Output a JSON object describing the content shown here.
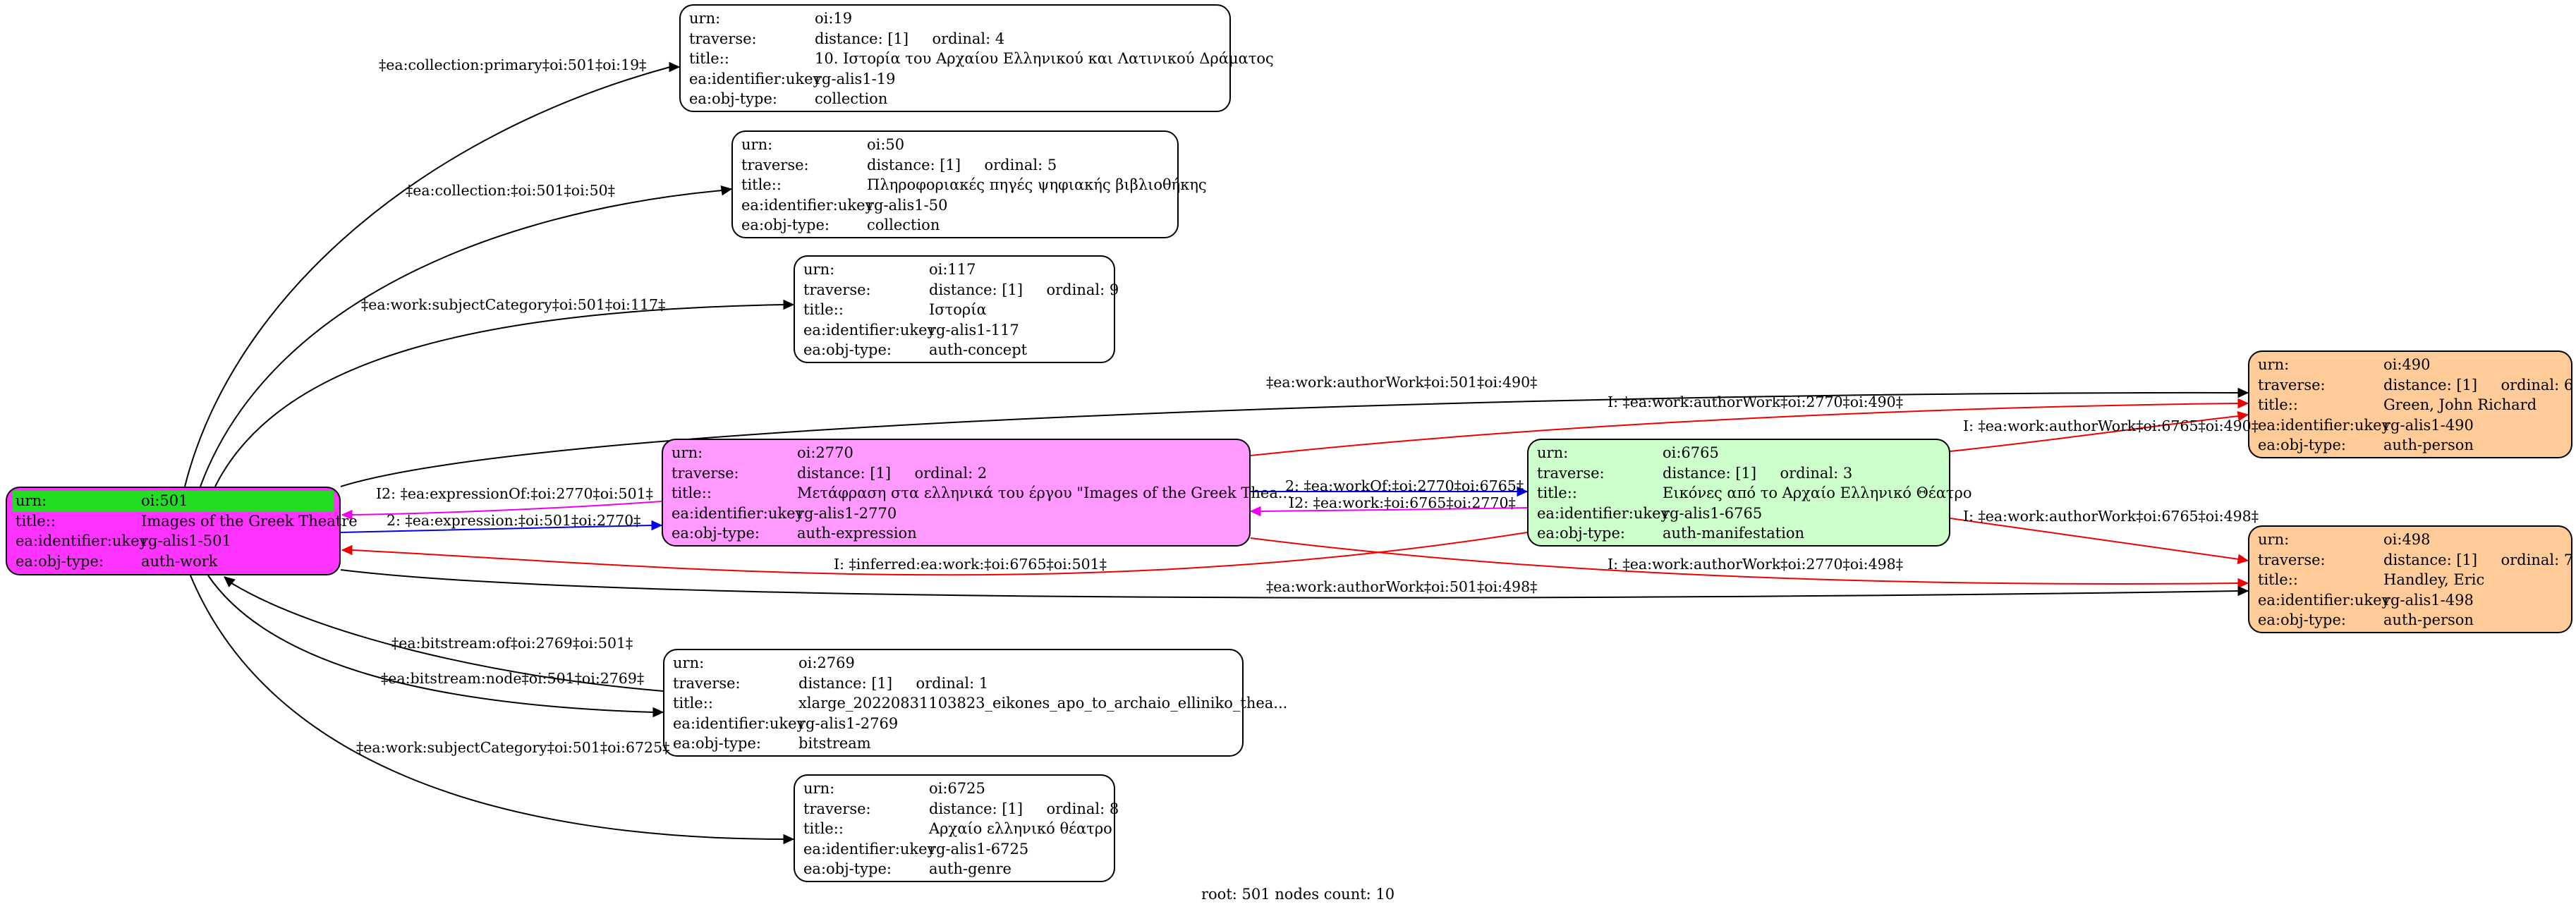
{
  "footer": "root: 501 nodes count: 10",
  "colors": {
    "root_fill": "#ff33ff",
    "root_header": "#22dd22",
    "expression_fill": "#ff99ff",
    "manifestation_fill": "#ccffcc",
    "person_fill": "#ffcc99",
    "default_fill": "#ffffff",
    "edge_black": "#000000",
    "edge_blue": "#0000ee",
    "edge_magenta": "#ee00ee",
    "edge_red": "#ee0000"
  },
  "nodes": [
    {
      "id": "oi501",
      "rows": [
        [
          "urn:",
          "oi:501"
        ],
        [
          "title::",
          "Images of the Greek Theatre"
        ],
        [
          "ea:identifier:ukey",
          "rg-alis1-501"
        ],
        [
          "ea:obj-type:",
          "auth-work"
        ]
      ]
    },
    {
      "id": "oi19",
      "rows": [
        [
          "urn:",
          "oi:19"
        ],
        [
          "traverse:",
          "distance: [1]     ordinal: 4"
        ],
        [
          "title::",
          "10. Ιστορία του Αρχαίου Ελληνικού και Λατινικού Δράματος"
        ],
        [
          "ea:identifier:ukey",
          "rg-alis1-19"
        ],
        [
          "ea:obj-type:",
          "collection"
        ]
      ]
    },
    {
      "id": "oi50",
      "rows": [
        [
          "urn:",
          "oi:50"
        ],
        [
          "traverse:",
          "distance: [1]     ordinal: 5"
        ],
        [
          "title::",
          "Πληροφοριακές πηγές ψηφιακής βιβλιοθήκης"
        ],
        [
          "ea:identifier:ukey",
          "rg-alis1-50"
        ],
        [
          "ea:obj-type:",
          "collection"
        ]
      ]
    },
    {
      "id": "oi117",
      "rows": [
        [
          "urn:",
          "oi:117"
        ],
        [
          "traverse:",
          "distance: [1]     ordinal: 9"
        ],
        [
          "title::",
          "Ιστορία"
        ],
        [
          "ea:identifier:ukey",
          "rg-alis1-117"
        ],
        [
          "ea:obj-type:",
          "auth-concept"
        ]
      ]
    },
    {
      "id": "oi2770",
      "rows": [
        [
          "urn:",
          "oi:2770"
        ],
        [
          "traverse:",
          "distance: [1]     ordinal: 2"
        ],
        [
          "title::",
          "Μετάφραση στα ελληνικά του έργου \"Images of the Greek Thea..."
        ],
        [
          "ea:identifier:ukey",
          "rg-alis1-2770"
        ],
        [
          "ea:obj-type:",
          "auth-expression"
        ]
      ]
    },
    {
      "id": "oi6765",
      "rows": [
        [
          "urn:",
          "oi:6765"
        ],
        [
          "traverse:",
          "distance: [1]     ordinal: 3"
        ],
        [
          "title::",
          "Εικόνες από το Αρχαίο Ελληνικό Θέατρο"
        ],
        [
          "ea:identifier:ukey",
          "rg-alis1-6765"
        ],
        [
          "ea:obj-type:",
          "auth-manifestation"
        ]
      ]
    },
    {
      "id": "oi490",
      "rows": [
        [
          "urn:",
          "oi:490"
        ],
        [
          "traverse:",
          "distance: [1]     ordinal: 6"
        ],
        [
          "title::",
          "Green, John Richard"
        ],
        [
          "ea:identifier:ukey",
          "rg-alis1-490"
        ],
        [
          "ea:obj-type:",
          "auth-person"
        ]
      ]
    },
    {
      "id": "oi498",
      "rows": [
        [
          "urn:",
          "oi:498"
        ],
        [
          "traverse:",
          "distance: [1]     ordinal: 7"
        ],
        [
          "title::",
          "Handley, Eric"
        ],
        [
          "ea:identifier:ukey",
          "rg-alis1-498"
        ],
        [
          "ea:obj-type:",
          "auth-person"
        ]
      ]
    },
    {
      "id": "oi2769",
      "rows": [
        [
          "urn:",
          "oi:2769"
        ],
        [
          "traverse:",
          "distance: [1]     ordinal: 1"
        ],
        [
          "title::",
          "xlarge_20220831103823_eikones_apo_to_archaio_elliniko_thea..."
        ],
        [
          "ea:identifier:ukey",
          "rg-alis1-2769"
        ],
        [
          "ea:obj-type:",
          "bitstream"
        ]
      ]
    },
    {
      "id": "oi6725",
      "rows": [
        [
          "urn:",
          "oi:6725"
        ],
        [
          "traverse:",
          "distance: [1]     ordinal: 8"
        ],
        [
          "title::",
          "Αρχαίο ελληνικό θέατρο"
        ],
        [
          "ea:identifier:ukey",
          "rg-alis1-6725"
        ],
        [
          "ea:obj-type:",
          "auth-genre"
        ]
      ]
    }
  ],
  "edges": [
    {
      "id": "e1",
      "from": "oi501",
      "to": "oi19",
      "label": "‡ea:collection:primary‡oi:501‡oi:19‡",
      "color": "black"
    },
    {
      "id": "e2",
      "from": "oi501",
      "to": "oi50",
      "label": "‡ea:collection:‡oi:501‡oi:50‡",
      "color": "black"
    },
    {
      "id": "e3",
      "from": "oi501",
      "to": "oi117",
      "label": "‡ea:work:subjectCategory‡oi:501‡oi:117‡",
      "color": "black"
    },
    {
      "id": "e4",
      "from": "oi501",
      "to": "oi490",
      "label": "‡ea:work:authorWork‡oi:501‡oi:490‡",
      "color": "black"
    },
    {
      "id": "e5",
      "from": "oi2770",
      "to": "oi490",
      "label": "I: ‡ea:work:authorWork‡oi:2770‡oi:490‡",
      "color": "red"
    },
    {
      "id": "e6",
      "from": "oi6765",
      "to": "oi490",
      "label": "I: ‡ea:work:authorWork‡oi:6765‡oi:490‡",
      "color": "red"
    },
    {
      "id": "e7",
      "from": "oi2770",
      "to": "oi501",
      "label": "I2: ‡ea:expressionOf:‡oi:2770‡oi:501‡",
      "color": "magenta"
    },
    {
      "id": "e8",
      "from": "oi501",
      "to": "oi2770",
      "label": "2: ‡ea:expression:‡oi:501‡oi:2770‡",
      "color": "blue"
    },
    {
      "id": "e9",
      "from": "oi2770",
      "to": "oi6765",
      "label": "2: ‡ea:workOf:‡oi:2770‡oi:6765‡",
      "color": "blue"
    },
    {
      "id": "e10",
      "from": "oi6765",
      "to": "oi2770",
      "label": "I2: ‡ea:work:‡oi:6765‡oi:2770‡",
      "color": "magenta"
    },
    {
      "id": "e11",
      "from": "oi6765",
      "to": "oi501",
      "label": "I: ‡inferred:ea:work:‡oi:6765‡oi:501‡",
      "color": "red"
    },
    {
      "id": "e12",
      "from": "oi6765",
      "to": "oi498",
      "label": "I: ‡ea:work:authorWork‡oi:6765‡oi:498‡",
      "color": "red"
    },
    {
      "id": "e13",
      "from": "oi2770",
      "to": "oi498",
      "label": "I: ‡ea:work:authorWork‡oi:2770‡oi:498‡",
      "color": "red"
    },
    {
      "id": "e14",
      "from": "oi501",
      "to": "oi498",
      "label": "‡ea:work:authorWork‡oi:501‡oi:498‡",
      "color": "black"
    },
    {
      "id": "e15",
      "from": "oi2769",
      "to": "oi501",
      "label": "‡ea:bitstream:of‡oi:2769‡oi:501‡",
      "color": "black"
    },
    {
      "id": "e16",
      "from": "oi501",
      "to": "oi2769",
      "label": "‡ea:bitstream:node‡oi:501‡oi:2769‡",
      "color": "black"
    },
    {
      "id": "e17",
      "from": "oi501",
      "to": "oi6725",
      "label": "‡ea:work:subjectCategory‡oi:501‡oi:6725‡",
      "color": "black"
    }
  ]
}
